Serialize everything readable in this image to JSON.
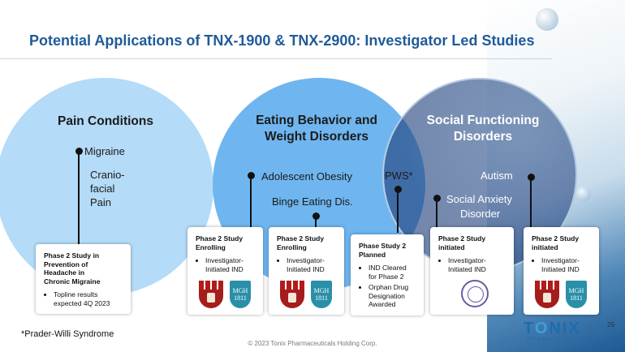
{
  "title": "Potential Applications of TNX-1900 & TNX-2900: Investigator Led Studies",
  "circles": {
    "pain": {
      "heading": "Pain Conditions",
      "labels": {
        "migraine": "Migraine",
        "cranio_1": "Cranio-",
        "cranio_2": "facial",
        "cranio_3": "Pain"
      }
    },
    "eating": {
      "heading_1": "Eating Behavior and",
      "heading_2": "Weight Disorders",
      "labels": {
        "adolescent": "Adolescent Obesity",
        "binge": "Binge Eating Dis."
      }
    },
    "social": {
      "heading_1": "Social Functioning",
      "heading_2": "Disorders",
      "labels": {
        "pws": "PWS*",
        "autism": "Autism",
        "anxiety_1": "Social Anxiety",
        "anxiety_2": "Disorder"
      }
    }
  },
  "cards": [
    {
      "title_lines": [
        "Phase 2 Study in",
        "Prevention of",
        "Headache in",
        "Chronic Migraine"
      ],
      "bullets": [
        [
          "Topline results",
          "expected 4Q 2023"
        ]
      ]
    },
    {
      "title_lines": [
        "Phase 2 Study",
        "Enrolling"
      ],
      "bullets": [
        [
          "Investigator-",
          "Initiated IND"
        ]
      ],
      "logos": {
        "mgh_1": "MGH",
        "mgh_2": "1811"
      }
    },
    {
      "title_lines": [
        "Phase 2 Study",
        "Enrolling"
      ],
      "bullets": [
        [
          "Investigator-",
          "Initiated IND"
        ]
      ],
      "logos": {
        "mgh_1": "MGH",
        "mgh_2": "1811"
      }
    },
    {
      "title_lines": [
        "Phase Study 2",
        "Planned"
      ],
      "bullets": [
        [
          "IND Cleared",
          "for Phase 2"
        ],
        [
          "Orphan Drug",
          "Designation",
          "Awarded"
        ]
      ]
    },
    {
      "title_lines": [
        "Phase 2 Study",
        "initiated"
      ],
      "bullets": [
        [
          "Investigator-",
          "Initiated IND"
        ]
      ]
    },
    {
      "title_lines": [
        "Phase 2 Study",
        "initiated"
      ],
      "bullets": [
        [
          "Investigator-",
          "Initiated IND"
        ]
      ],
      "logos": {
        "mgh_1": "MGH",
        "mgh_2": "1811"
      }
    }
  ],
  "footnote": "*Prader-Willi Syndrome",
  "copyright": "© 2023 Tonix Pharmaceuticals Holding Corp.",
  "page_number": "29",
  "brand": {
    "name_t": "T",
    "name_o": "O",
    "name_rest": "NIX",
    "sub": "PHARMACEUTICALS"
  }
}
